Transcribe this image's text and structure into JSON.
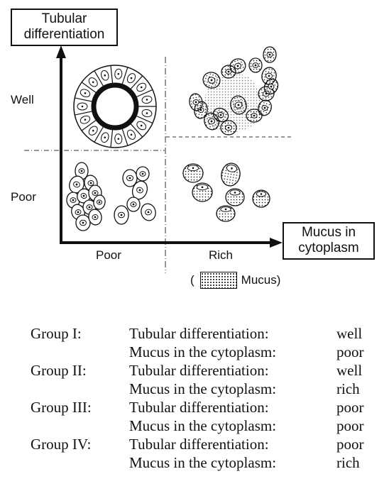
{
  "axes": {
    "y_title_line1": "Tubular",
    "y_title_line2": "differentiation",
    "x_title_line1": "Mucus in",
    "x_title_line2": "cytoplasm",
    "y_levels": [
      "Well",
      "Poor"
    ],
    "x_levels": [
      "Poor",
      "Rich"
    ]
  },
  "legend": {
    "open_paren": "(",
    "label": "Mucus)",
    "pattern": "stippled"
  },
  "groups": [
    {
      "name": "Group I:",
      "differentiation_label": "Tubular differentiation:",
      "differentiation": "well",
      "mucus_label": "Mucus in the cytoplasm:",
      "mucus": "poor"
    },
    {
      "name": "Group II:",
      "differentiation_label": "Tubular differentiation:",
      "differentiation": "well",
      "mucus_label": "Mucus in the cytoplasm:",
      "mucus": "rich"
    },
    {
      "name": "Group III:",
      "differentiation_label": "Tubular differentiation:",
      "differentiation": "poor",
      "mucus_label": "Mucus in the cytoplasm:",
      "mucus": "poor"
    },
    {
      "name": "Group IV:",
      "differentiation_label": "Tubular differentiation:",
      "differentiation": "poor",
      "mucus_label": "Mucus in the cytoplasm:",
      "mucus": "rich"
    }
  ]
}
